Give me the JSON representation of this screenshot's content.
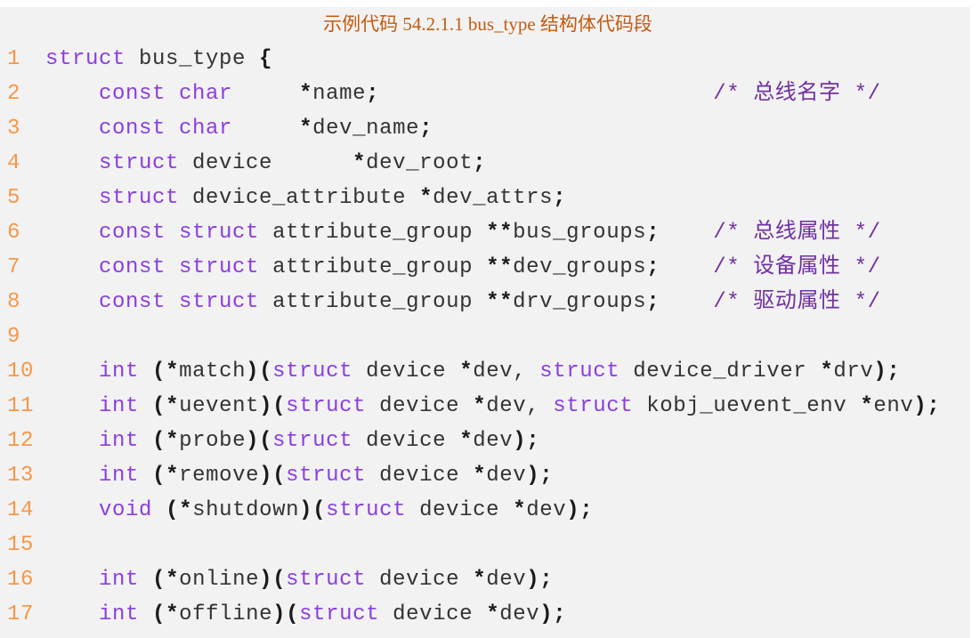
{
  "caption": "示例代码 54.2.1.1 bus_type 结构体代码段",
  "colors": {
    "background": "#f2f2f2",
    "caption": "#c55a11",
    "line_number": "#f79646",
    "keyword": "#8a3ee0",
    "comment": "#7030a0",
    "text": "#333333"
  },
  "code_lines": [
    {
      "number": "1",
      "code": "struct bus_type {"
    },
    {
      "number": "2",
      "code": "    const char     *name;                         /* 总线名字 */"
    },
    {
      "number": "3",
      "code": "    const char     *dev_name;"
    },
    {
      "number": "4",
      "code": "    struct device      *dev_root;"
    },
    {
      "number": "5",
      "code": "    struct device_attribute *dev_attrs;"
    },
    {
      "number": "6",
      "code": "    const struct attribute_group **bus_groups;    /* 总线属性 */"
    },
    {
      "number": "7",
      "code": "    const struct attribute_group **dev_groups;    /* 设备属性 */"
    },
    {
      "number": "8",
      "code": "    const struct attribute_group **drv_groups;    /* 驱动属性 */"
    },
    {
      "number": "9",
      "code": ""
    },
    {
      "number": "10",
      "code": "    int (*match)(struct device *dev, struct device_driver *drv);"
    },
    {
      "number": "11",
      "code": "    int (*uevent)(struct device *dev, struct kobj_uevent_env *env);"
    },
    {
      "number": "12",
      "code": "    int (*probe)(struct device *dev);"
    },
    {
      "number": "13",
      "code": "    int (*remove)(struct device *dev);"
    },
    {
      "number": "14",
      "code": "    void (*shutdown)(struct device *dev);"
    },
    {
      "number": "15",
      "code": ""
    },
    {
      "number": "16",
      "code": "    int (*online)(struct device *dev);"
    },
    {
      "number": "17",
      "code": "    int (*offline)(struct device *dev);"
    }
  ]
}
